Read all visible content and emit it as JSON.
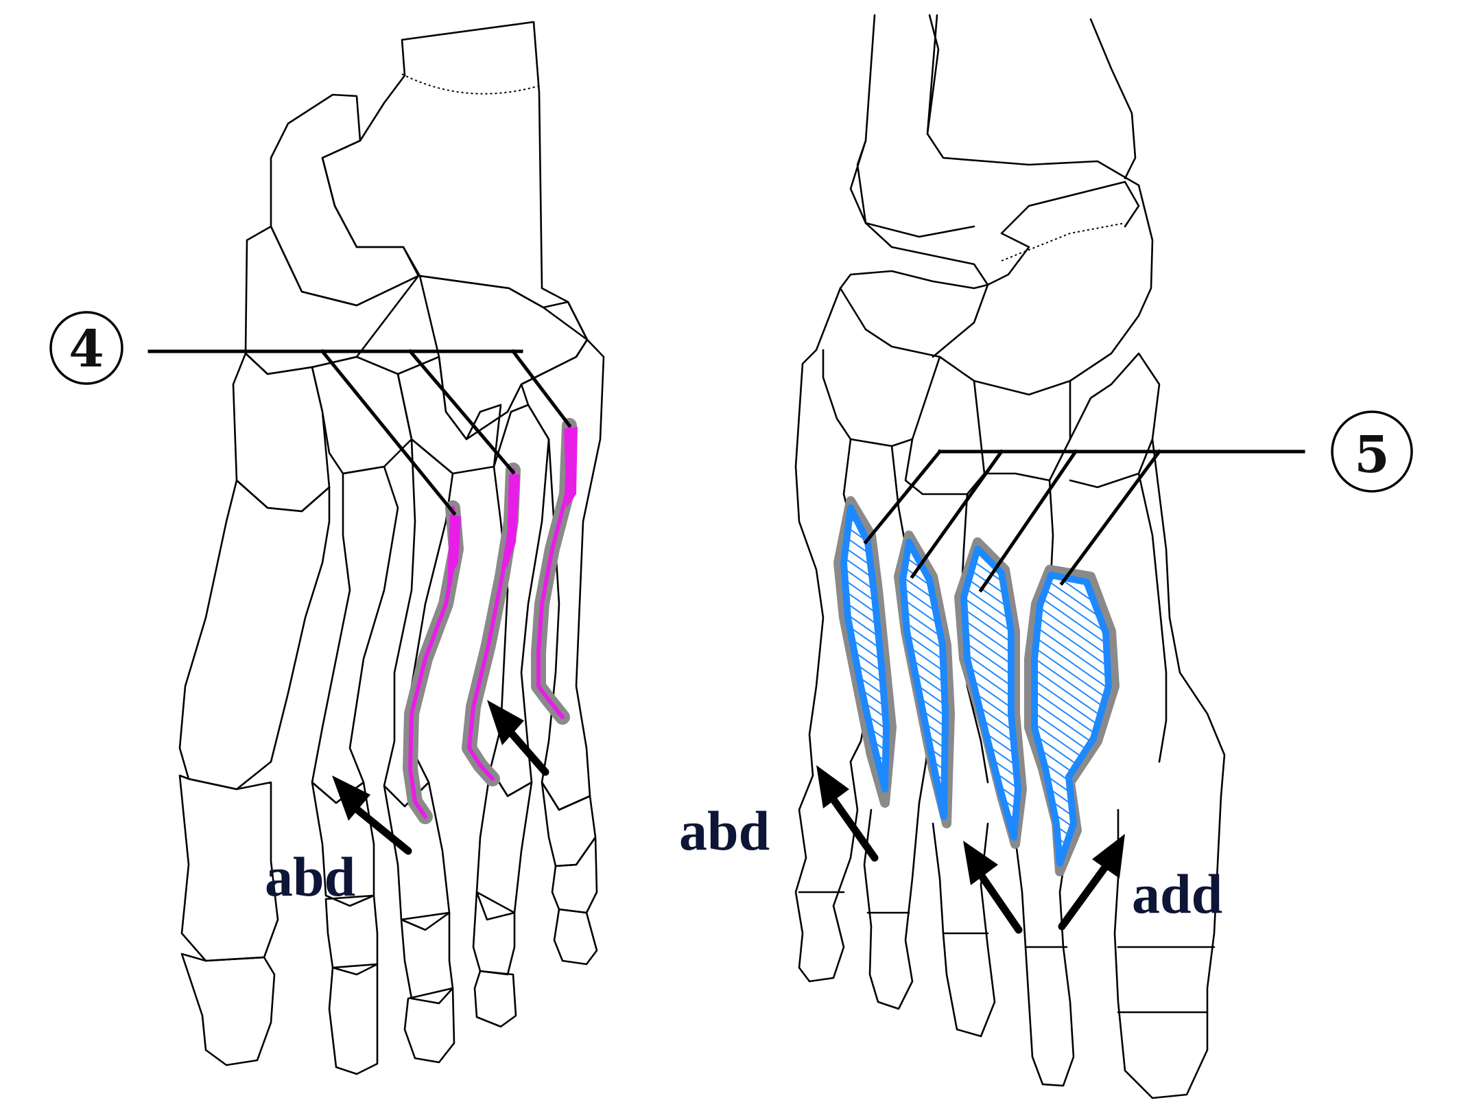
{
  "callouts": {
    "dorsal_number": "4",
    "plantar_number": "5"
  },
  "labels": {
    "dorsal_abd": "abd",
    "plantar_abd": "abd",
    "plantar_add": "add"
  },
  "colors": {
    "dorsal_interossei": "#e81ee8",
    "plantar_interossei": "#1e88ff",
    "muscle_outline": "#8a8a8a",
    "bone_outline": "#000000"
  }
}
